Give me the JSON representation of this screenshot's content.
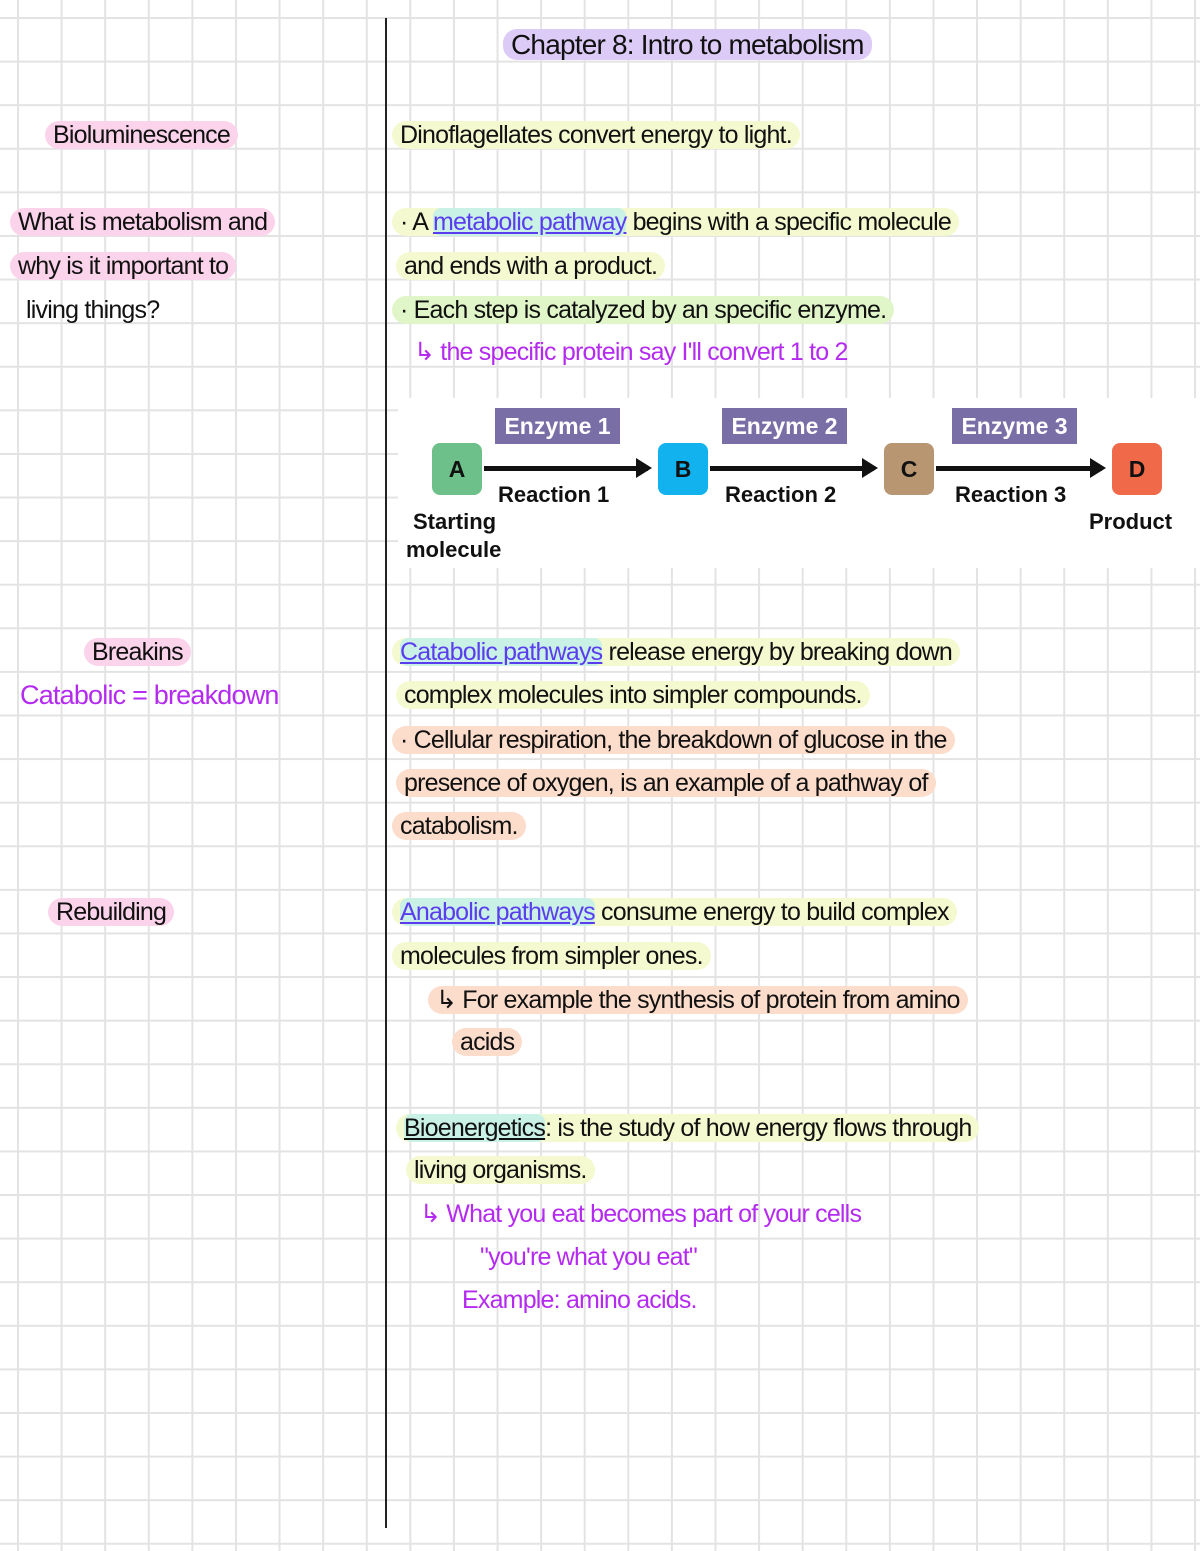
{
  "title": "Chapter 8: Intro to metabolism",
  "left": {
    "bioluminescence": "Bioluminescence",
    "question": [
      "What is metabolism and",
      "why is it important to",
      "living things?"
    ],
    "breakins": "Breakins",
    "catabolic_def": "Catabolic = breakdown",
    "rebuilding": "Rebuilding"
  },
  "right": {
    "dino": "Dinoflagellates convert energy to light.",
    "mp_bullet": "· A",
    "mp_term": "metabolic pathway",
    "mp_rest": "begins with a specific molecule",
    "mp_line2": "and ends with a product.",
    "each_step": "· Each step is catalyzed by an specific enzyme.",
    "protein_note": "↳ the specific protein say I'll convert 1 to 2",
    "cat_term": "Catabolic pathways",
    "cat_rest": "release energy by breaking down",
    "cat_line2": "complex molecules into simpler compounds.",
    "resp_line1": "· Cellular respiration, the breakdown of glucose in the",
    "resp_line2": "presence of oxygen, is an example of a pathway of",
    "resp_line3": "catabolism.",
    "ana_term": "Anabolic pathways",
    "ana_rest": "consume energy to build complex",
    "ana_line2": "molecules from simpler ones.",
    "ana_ex1": "↳ For example the synthesis of protein from amino",
    "ana_ex2": "acids",
    "bio_term": "Bioenergetics",
    "bio_rest": ": is the study of how energy flows through",
    "bio_line2": "living organisms.",
    "eat1": "↳ What you eat becomes part of your cells",
    "eat2": "\"you're what you eat\"",
    "eat3": "Example: amino acids."
  },
  "diagram": {
    "enzymes": [
      "Enzyme 1",
      "Enzyme 2",
      "Enzyme 3"
    ],
    "nodes": [
      "A",
      "B",
      "C",
      "D"
    ],
    "reactions": [
      "Reaction 1",
      "Reaction 2",
      "Reaction 3"
    ],
    "start_label": [
      "Starting",
      "molecule"
    ],
    "product_label": "Product",
    "colors": {
      "A": "#6dc08a",
      "B": "#12b2ee",
      "C": "#b89672",
      "D": "#f06a4a",
      "enzyme": "#7a6ea7"
    }
  }
}
